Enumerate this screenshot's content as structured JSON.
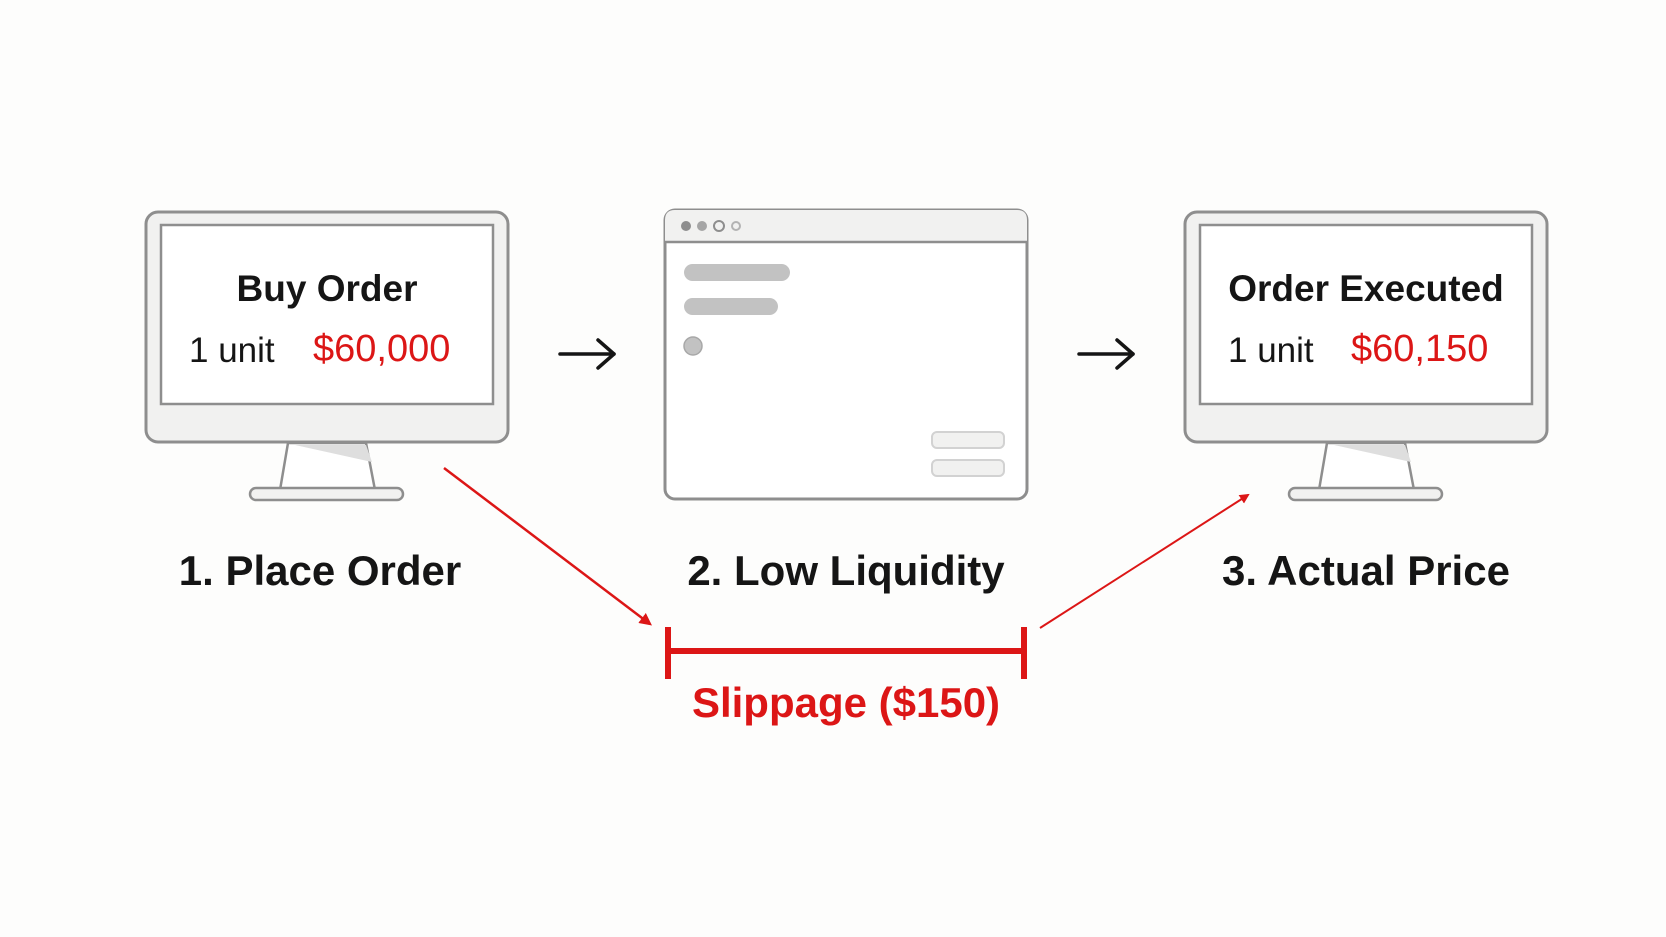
{
  "step1": {
    "screen_title": "Buy Order",
    "quantity": "1 unit",
    "price": "$60,000",
    "label": "1. Place Order"
  },
  "step2": {
    "label": "2. Low Liquidity"
  },
  "step3": {
    "screen_title": "Order Executed",
    "quantity": "1 unit",
    "price": "$60,150",
    "label": "3. Actual Price"
  },
  "slippage": {
    "label": "Slippage ($150)"
  },
  "colors": {
    "accent": "#dc1616",
    "text": "#151515",
    "outline": "#8e8e8e",
    "panel": "#f1f1f0"
  },
  "icons": [
    "monitor-icon",
    "browser-window-icon",
    "flow-arrow-icon"
  ]
}
